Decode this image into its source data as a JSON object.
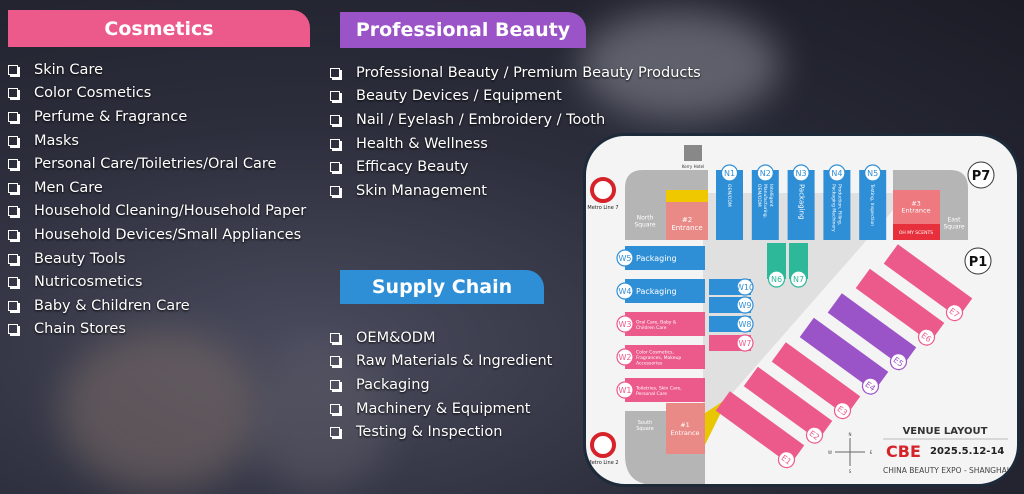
{
  "cosmetics": {
    "title": "Cosmetics",
    "items": [
      "Skin Care",
      "Color Cosmetics",
      "Perfume & Fragrance",
      "Masks",
      "Personal Care/Toiletries/Oral Care",
      "Men Care",
      "Household Cleaning/Household Paper",
      "Household Devices/Small Appliances",
      "Beauty Tools",
      "Nutricosmetics",
      "Baby & Children Care",
      "Chain Stores"
    ]
  },
  "professional": {
    "title": "Professional Beauty",
    "items": [
      "Professional Beauty / Premium Beauty Products",
      "Beauty Devices / Equipment",
      "Nail / Eyelash / Embroidery / Tooth",
      "Health & Wellness",
      "Efficacy Beauty",
      "Skin Management"
    ]
  },
  "supply": {
    "title": "Supply Chain",
    "items": [
      "OEM&ODM",
      "Raw Materials & Ingredient",
      "Packaging",
      "Machinery & Equipment",
      "Testing & Inspection"
    ]
  },
  "map": {
    "north": [
      {
        "id": "N1",
        "label": "OEM/ODM"
      },
      {
        "id": "N2",
        "label": "Intelligent Manufacturing, OEM/ODM"
      },
      {
        "id": "N3",
        "label": "Packaging"
      },
      {
        "id": "N4",
        "label": "Production, Filling, Packaging Machinery"
      },
      {
        "id": "N5",
        "label": "Testing, Inspection"
      }
    ],
    "west": [
      {
        "id": "W5",
        "label": "Packaging"
      },
      {
        "id": "W4",
        "label": "Packaging"
      },
      {
        "id": "W3",
        "label": "Oral Care, Baby & Children Care"
      },
      {
        "id": "W2",
        "label": "Color Cosmetics, Fragrances, Makeup Accessories"
      },
      {
        "id": "W1",
        "label": "Toiletries, Skin Care, Personal Care"
      }
    ],
    "inner": [
      "W10",
      "W9",
      "W8",
      "W7",
      "N6",
      "N7"
    ],
    "east": [
      "E1",
      "E2",
      "E3",
      "E4",
      "E5",
      "E6",
      "E7"
    ],
    "entrance1": "#1 Entrance",
    "entrance2": "#2 Entrance",
    "entrance3": "#3 Entrance",
    "north_square": "North Square",
    "south_square": "South Square",
    "east_square": "East Square",
    "kerry": "Kerry Hotel",
    "metro7": "Metro Line 7",
    "metro2": "Metro Line 2",
    "ohmyscents": "OH MY SCENTS",
    "p7": "P7",
    "p1": "P1",
    "venue_layout": "VENUE LAYOUT",
    "cbe": "CBE",
    "dates": "2025.5.12-14",
    "expo_name": "CHINA BEAUTY EXPO - SHANGHAI",
    "compass": [
      "N",
      "S",
      "W",
      "E"
    ]
  },
  "colors": {
    "pink": "#ec5a8c",
    "purple": "#9a54c8",
    "blue": "#2f8fd6",
    "salmon": "#ea8a86",
    "grey": "#b5b5b5"
  }
}
